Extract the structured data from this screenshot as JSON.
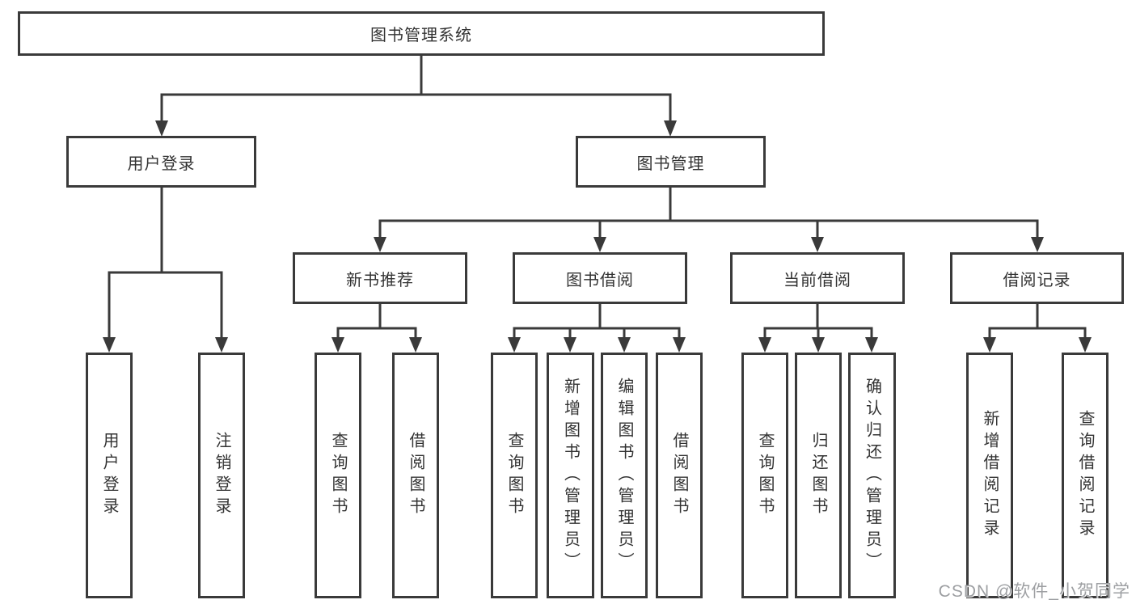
{
  "colors": {
    "line": "#3a3a3a",
    "box_border": "#3a3a3a",
    "text": "#333333",
    "watermark": "#9d9fa2",
    "background": "#ffffff"
  },
  "watermark": "CSDN @软件_小贺同学",
  "tree": {
    "label": "图书管理系统",
    "children": [
      {
        "label": "用户登录",
        "children": [
          {
            "label": "用户登录"
          },
          {
            "label": "注销登录"
          }
        ]
      },
      {
        "label": "图书管理",
        "children": [
          {
            "label": "新书推荐",
            "children": [
              {
                "label": "查询图书"
              },
              {
                "label": "借阅图书"
              }
            ]
          },
          {
            "label": "图书借阅",
            "children": [
              {
                "label": "查询图书"
              },
              {
                "label": "新增图书（管理员）"
              },
              {
                "label": "编辑图书（管理员）"
              },
              {
                "label": "借阅图书"
              }
            ]
          },
          {
            "label": "当前借阅",
            "children": [
              {
                "label": "查询图书"
              },
              {
                "label": "归还图书"
              },
              {
                "label": "确认归还（管理员）"
              }
            ]
          },
          {
            "label": "借阅记录",
            "children": [
              {
                "label": "新增借阅记录"
              },
              {
                "label": "查询借阅记录"
              }
            ]
          }
        ]
      }
    ]
  }
}
